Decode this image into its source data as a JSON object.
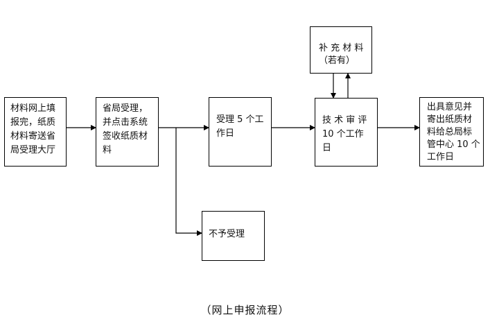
{
  "diagram": {
    "nodes": {
      "submit": {
        "lines": [
          "材料网上填",
          "报完，纸质",
          "材料寄送省",
          "局受理大厅"
        ]
      },
      "accept": {
        "lines": [
          "省局受理，",
          "并点击系统",
          "签收纸质材",
          "料"
        ]
      },
      "receive": {
        "lines": [
          "受理 5 个工",
          "作日"
        ]
      },
      "review": {
        "lines": [
          "技 术 审 评",
          "10 个工作",
          "日"
        ]
      },
      "opinion": {
        "lines": [
          "出具意见并",
          "寄出纸质材",
          "料给总局标",
          "管中心 10 个",
          "工作日"
        ]
      },
      "supplement": {
        "lines": [
          "补 充 材 料",
          "（若有）"
        ]
      },
      "reject": {
        "lines": [
          "不予受理"
        ]
      }
    },
    "caption": "（网上申报流程）"
  }
}
